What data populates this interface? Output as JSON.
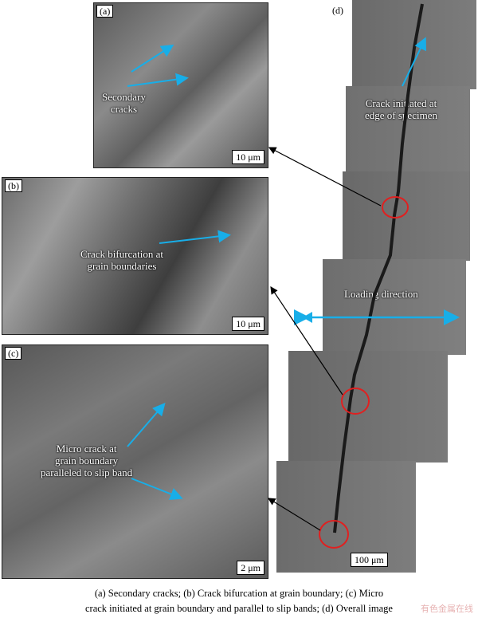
{
  "panels": {
    "a": {
      "label": "(a)",
      "scale": "10 μm",
      "annotation": [
        "Secondary",
        "cracks"
      ]
    },
    "b": {
      "label": "(b)",
      "scale": "10 μm",
      "annotation": [
        "Crack bifurcation at",
        "grain boundaries"
      ]
    },
    "c": {
      "label": "(c)",
      "scale": "2 μm",
      "annotation": [
        "Micro crack at",
        "grain boundary",
        "paralleled to slip band"
      ]
    },
    "d": {
      "label": "(d)",
      "scale": "100 μm",
      "annotation_top": [
        "Crack initiated at",
        "edge of specimen"
      ],
      "loading": "Loading direction"
    }
  },
  "caption": {
    "line1": "(a) Secondary cracks; (b) Crack bifurcation at grain boundary; (c) Micro",
    "line2": "crack initiated at grain boundary and parallel to slip bands; (d) Overall image"
  },
  "watermark": "有色金属在线",
  "colors": {
    "arrow_cyan": "#18aee8",
    "circle_red": "#e02020",
    "sem_gray": "#6f6f6f"
  }
}
